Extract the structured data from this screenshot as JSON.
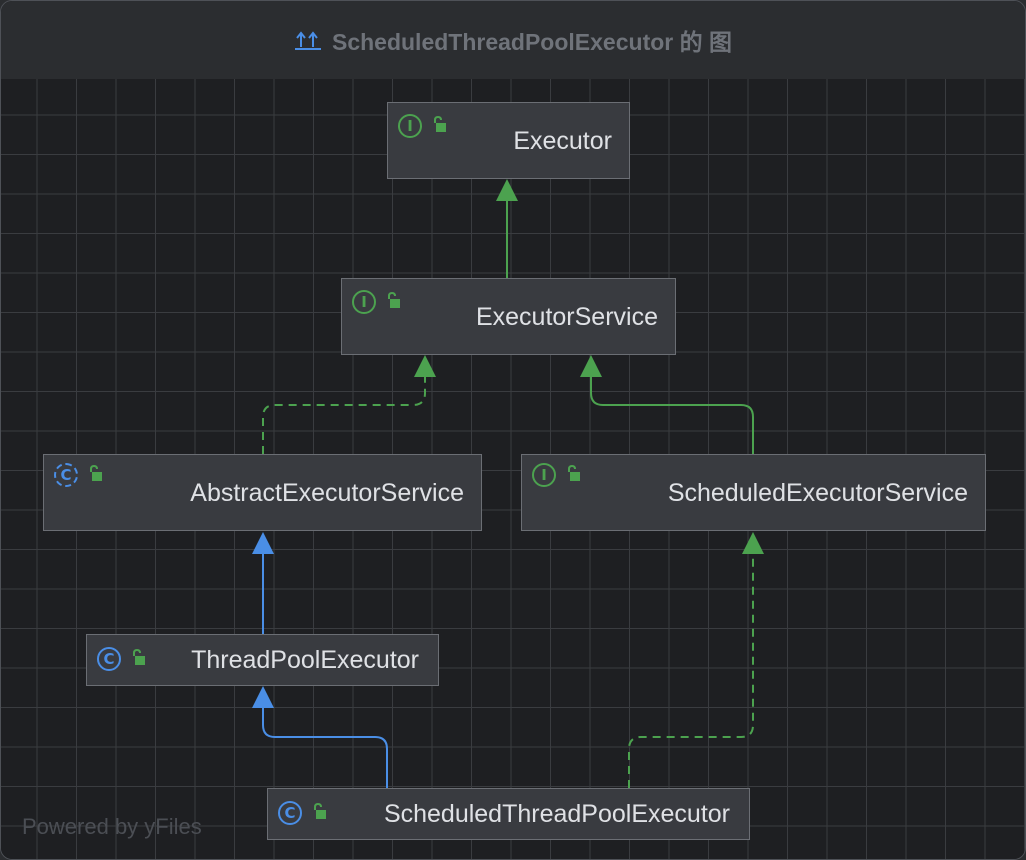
{
  "window": {
    "title": "ScheduledThreadPoolExecutor 的 图",
    "title_icon": "hierarchy-up-arrows-icon"
  },
  "nodes": {
    "executor": {
      "label": "Executor",
      "kind": "interface",
      "kind_letter": "I"
    },
    "executor_service": {
      "label": "ExecutorService",
      "kind": "interface",
      "kind_letter": "I"
    },
    "abstract_executor_service": {
      "label": "AbstractExecutorService",
      "kind": "abstract-class",
      "kind_letter": "C"
    },
    "scheduled_executor_service": {
      "label": "ScheduledExecutorService",
      "kind": "interface",
      "kind_letter": "I"
    },
    "thread_pool_executor": {
      "label": "ThreadPoolExecutor",
      "kind": "class",
      "kind_letter": "C"
    },
    "scheduled_thread_pool_executor": {
      "label": "ScheduledThreadPoolExecutor",
      "kind": "class",
      "kind_letter": "C"
    }
  },
  "edges": [
    {
      "from": "executor_service",
      "to": "executor",
      "type": "extends",
      "style": "solid-green"
    },
    {
      "from": "abstract_executor_service",
      "to": "executor_service",
      "type": "implements",
      "style": "dashed-green"
    },
    {
      "from": "scheduled_executor_service",
      "to": "executor_service",
      "type": "extends",
      "style": "solid-green"
    },
    {
      "from": "thread_pool_executor",
      "to": "abstract_executor_service",
      "type": "extends",
      "style": "solid-blue"
    },
    {
      "from": "scheduled_thread_pool_executor",
      "to": "thread_pool_executor",
      "type": "extends",
      "style": "solid-blue"
    },
    {
      "from": "scheduled_thread_pool_executor",
      "to": "scheduled_executor_service",
      "type": "implements",
      "style": "dashed-green"
    }
  ],
  "colors": {
    "interface_edge": "#4ca24f",
    "class_edge": "#4a8ee6",
    "node_background": "#393b40",
    "node_border": "#6b6e74",
    "canvas": "#1e1f22",
    "lock": "#4ca24f"
  },
  "watermark": "Powered by yFiles"
}
